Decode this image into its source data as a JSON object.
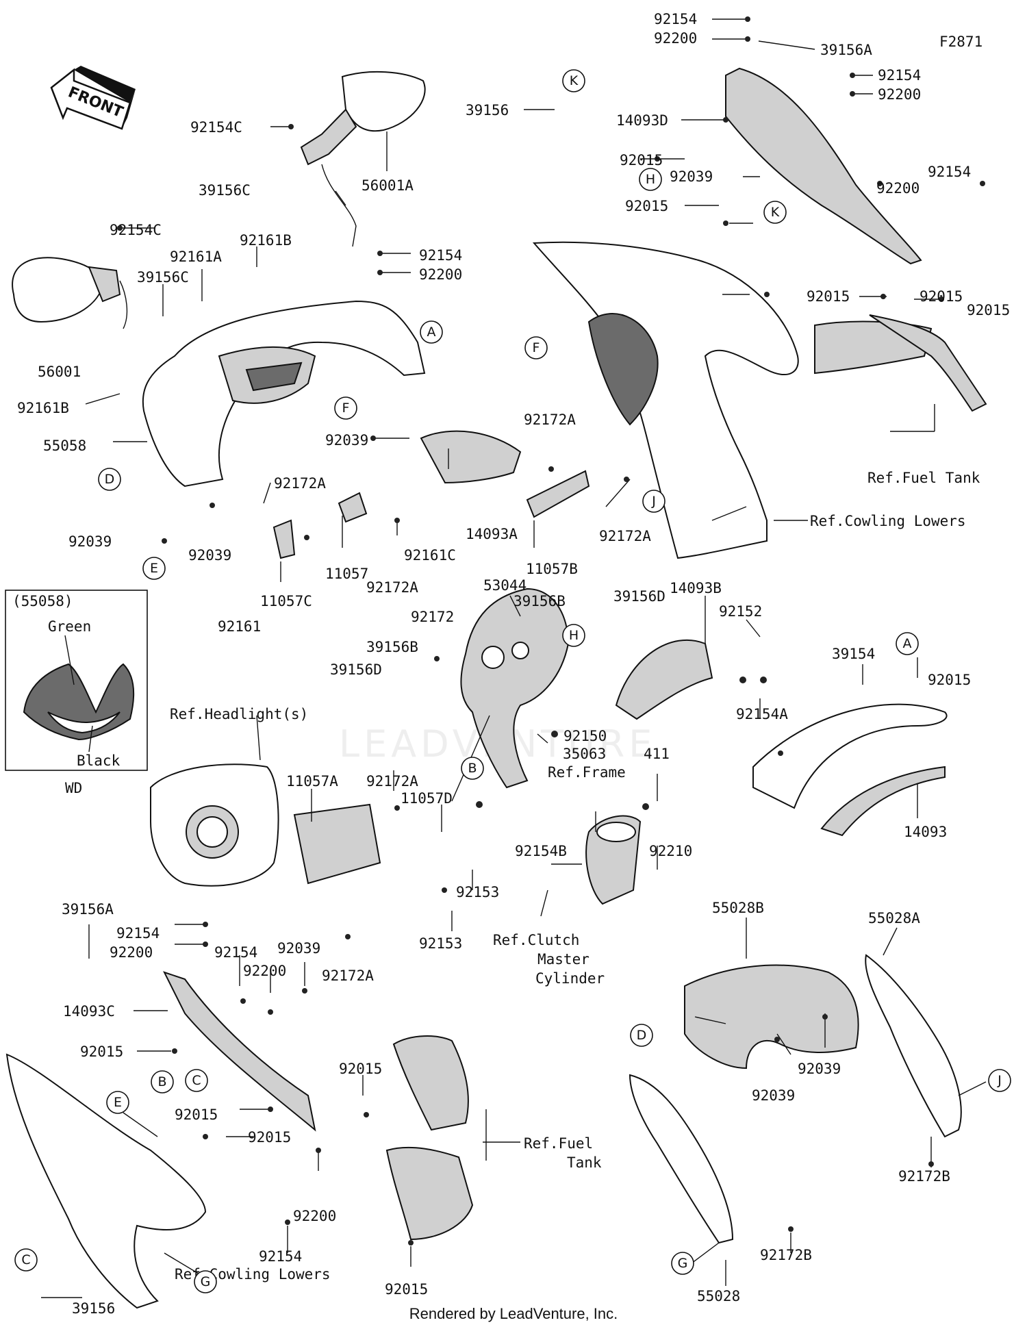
{
  "figure_code": "F2871",
  "front_label": "FRONT",
  "watermark": "LEADVENTURE",
  "footer": "Rendered by LeadVenture, Inc.",
  "inset": {
    "code": "(55058)",
    "green": "Green",
    "black": "Black",
    "variant": "WD"
  },
  "refs": {
    "fuel_tank_top": "Ref.Fuel Tank",
    "cowling_lowers_top": "Ref.Cowling Lowers",
    "headlight": "Ref.Headlight(s)",
    "frame": "Ref.Frame",
    "clutch_line1": "Ref.Clutch",
    "clutch_line2": "Master",
    "clutch_line3": "Cylinder",
    "fuel_tank_bottom_1": "Ref.Fuel",
    "fuel_tank_bottom_2": "Tank",
    "cowling_lowers_bottom": "Ref.Cowling Lowers"
  },
  "circle_letters": {
    "a": "A",
    "b": "B",
    "c": "C",
    "d": "D",
    "e": "E",
    "f": "F",
    "g": "G",
    "h": "H",
    "j": "J",
    "k": "K"
  },
  "parts": {
    "p92154_top": "92154",
    "p92200_top": "92200",
    "p39156A_top": "39156A",
    "p92154_r1": "92154",
    "p92200_r1": "92200",
    "p39156_k": "39156",
    "p14093D": "14093D",
    "p92015_h": "92015",
    "p92039_k": "92039",
    "p92200_r2": "92200",
    "p92154_r2": "92154",
    "p92154C_mirror": "92154C",
    "p56001A": "56001A",
    "p39156C_a": "39156C",
    "p92154C_left": "92154C",
    "p92161A": "92161A",
    "p92161B_a": "92161B",
    "p92154_mid": "92154",
    "p92200_mid": "92200",
    "p39156C_b": "39156C",
    "p56001": "56001",
    "p92161B_b": "92161B",
    "p55058": "55058",
    "p92039_f": "92039",
    "p92015_m1": "92015",
    "p92015_m2": "92015",
    "p92015_m3": "92015",
    "p92015_m4": "92015",
    "p92172A_1": "92172A",
    "p92172A_2": "92172A",
    "p92172A_3": "92172A",
    "p92172A_4": "92172A",
    "p92172A_5": "92172A",
    "p92039_d": "92039",
    "p92039_e": "92039",
    "p14093A": "14093A",
    "p92161C": "92161C",
    "p11057": "11057",
    "p11057C": "11057C",
    "p92161": "92161",
    "p11057B": "11057B",
    "p53044": "53044",
    "p39156B_1": "39156B",
    "p39156D_1": "39156D",
    "p14093B": "14093B",
    "p92172": "92172",
    "p92152": "92152",
    "p39156B_2": "39156B",
    "p39156D_2": "39156D",
    "p92154A": "92154A",
    "p39154": "39154",
    "p92015_a": "92015",
    "p14093": "14093",
    "p92150": "92150",
    "p35063": "35063",
    "p411": "411",
    "p11057A": "11057A",
    "p11057D": "11057D",
    "p92154B": "92154B",
    "p92153_a": "92153",
    "p92153_b": "92153",
    "p92210": "92210",
    "p39156A_b": "39156A",
    "p92154_b1": "92154",
    "p92200_b1": "92200",
    "p92154_b2": "92154",
    "p92200_b2": "92200",
    "p92039_b": "92039",
    "p14093C": "14093C",
    "p92015_b1": "92015",
    "p92015_b2": "92015",
    "p92015_b3": "92015",
    "p92015_b4": "92015",
    "p92200_b3": "92200",
    "p92154_b3": "92154",
    "p92015_b5": "92015",
    "p39156_c": "39156",
    "p55028B": "55028B",
    "p55028A": "55028A",
    "p92039_r1": "92039",
    "p92039_r2": "92039",
    "p92172B_1": "92172B",
    "p92172B_2": "92172B",
    "p55028": "55028"
  }
}
